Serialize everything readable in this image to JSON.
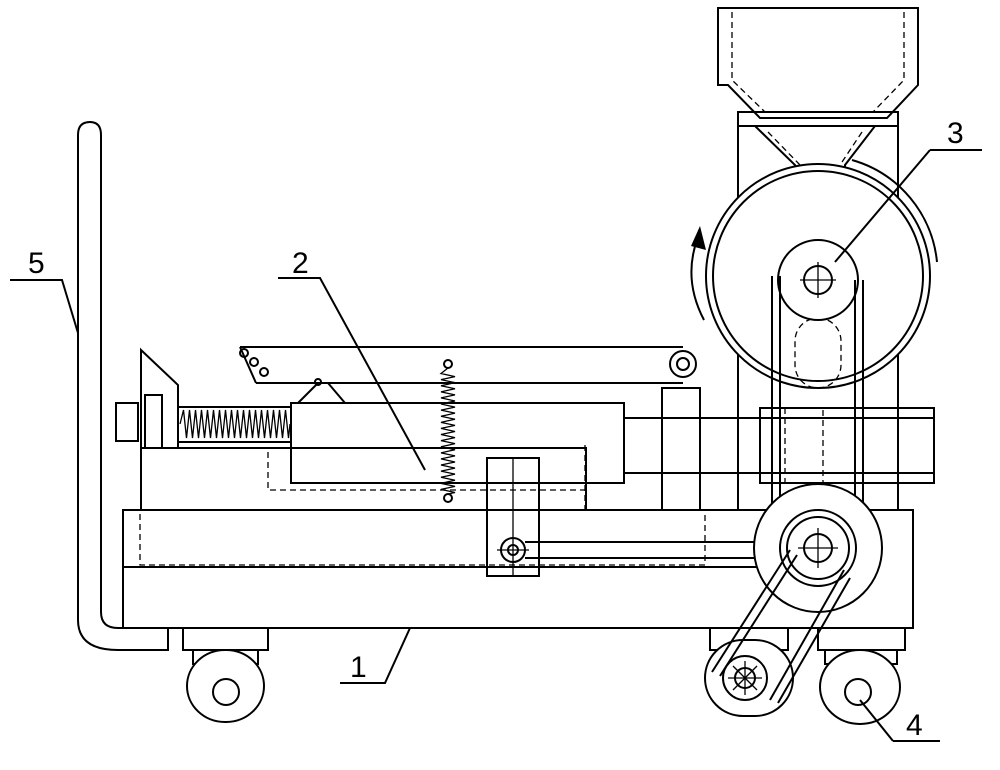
{
  "labels": {
    "frame": "1",
    "sliding_mechanism": "2",
    "roller": "3",
    "wheel": "4",
    "handle": "5"
  },
  "colors": {
    "line": "#000000",
    "background": "#ffffff"
  }
}
